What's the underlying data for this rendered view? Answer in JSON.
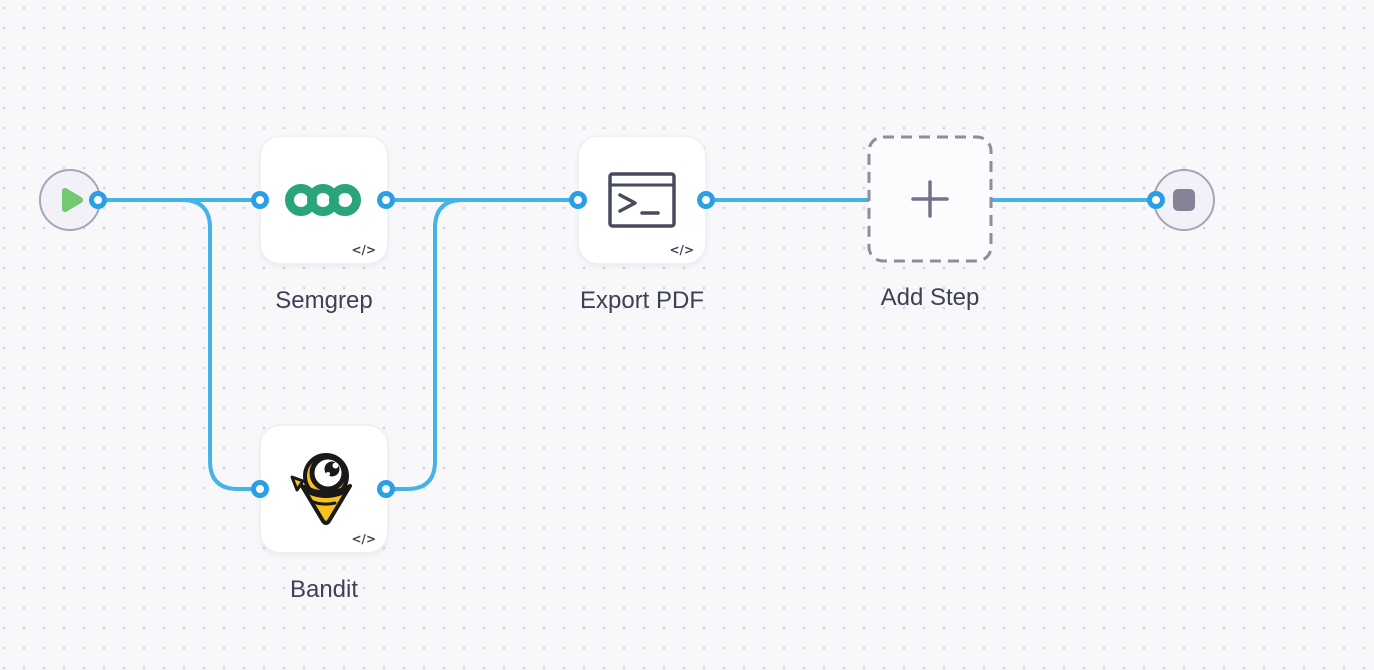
{
  "app": {
    "view": "workflow-canvas"
  },
  "theme": {
    "bg": "#f8f8fb",
    "dot": "#d6d6e0",
    "edge": "#45b3e8",
    "port_ring": "#2b9fe6",
    "node_bg": "#ffffff",
    "label": "#3d4154",
    "badge": "#3f4254",
    "semgrep_green": "#2aa47c",
    "bandit_yellow": "#f6c21b",
    "play_green": "#72c972",
    "stop_gray": "#868399",
    "dashed_border": "#8f8c9e"
  },
  "workflow": {
    "start_node": {
      "id": "start",
      "icon": "play-icon"
    },
    "end_node": {
      "id": "end",
      "icon": "stop-icon"
    },
    "steps": [
      {
        "id": "semgrep",
        "label": "Semgrep",
        "icon": "semgrep-logo",
        "badge": "</>",
        "placeholder": false
      },
      {
        "id": "bandit",
        "label": "Bandit",
        "icon": "bandit-logo",
        "badge": "</>",
        "placeholder": false
      },
      {
        "id": "export-pdf",
        "label": "Export PDF",
        "icon": "terminal-icon",
        "badge": "</>",
        "placeholder": false
      },
      {
        "id": "add-step",
        "label": "Add Step",
        "icon": "plus-icon",
        "badge": "",
        "placeholder": true
      }
    ],
    "edges": [
      {
        "from": "start",
        "to": "semgrep"
      },
      {
        "from": "start",
        "to": "bandit"
      },
      {
        "from": "semgrep",
        "to": "export-pdf"
      },
      {
        "from": "bandit",
        "to": "export-pdf"
      },
      {
        "from": "export-pdf",
        "to": "end"
      }
    ]
  }
}
